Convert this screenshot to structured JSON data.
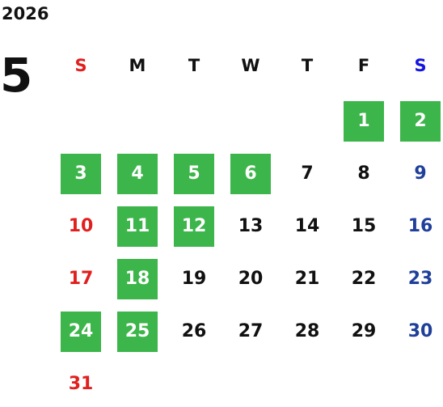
{
  "calendar": {
    "year": "2026",
    "month": "5",
    "weekdays": [
      "S",
      "M",
      "T",
      "W",
      "T",
      "F",
      "S"
    ],
    "first_weekday_index": 5,
    "days": [
      "1",
      "2",
      "3",
      "4",
      "5",
      "6",
      "7",
      "8",
      "9",
      "10",
      "11",
      "12",
      "13",
      "14",
      "15",
      "16",
      "17",
      "18",
      "19",
      "20",
      "21",
      "22",
      "23",
      "24",
      "25",
      "26",
      "27",
      "28",
      "29",
      "30",
      "31"
    ],
    "highlighted_days": [
      "1",
      "2",
      "3",
      "4",
      "5",
      "6",
      "11",
      "12",
      "18",
      "24",
      "25"
    ]
  },
  "colors": {
    "sunday": "#e0201f",
    "saturday": "#1f3f9a",
    "saturday_header": "#1414e0",
    "weekday": "#111111",
    "highlight_bg": "#3cb54a",
    "highlight_text": "#ffffff"
  }
}
